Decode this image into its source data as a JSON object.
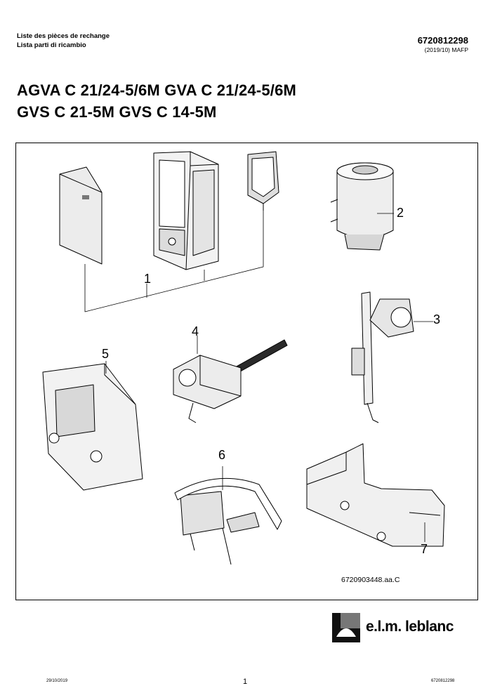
{
  "header": {
    "line1": "Liste des pièces de rechange",
    "line2": "Lista parti di ricambio",
    "doc_number": "6720812298",
    "doc_date": "(2019/10) MAFP"
  },
  "title": {
    "line1": "AGVA C 21/24-5/6M GVA C 21/24-5/6M",
    "line2": "GVS C 21-5M GVS C 14-5M"
  },
  "diagram": {
    "callouts": [
      "1",
      "2",
      "3",
      "4",
      "5",
      "6",
      "7"
    ],
    "reference": "6720903448.aa.C"
  },
  "logo": {
    "text": "e.l.m. leblanc"
  },
  "footer": {
    "date": "29/10/2019",
    "page": "1",
    "doc_number": "6720812298"
  },
  "colors": {
    "ink": "#000000",
    "fill": "#e8e8e8",
    "shade": "#c8c8c8"
  }
}
